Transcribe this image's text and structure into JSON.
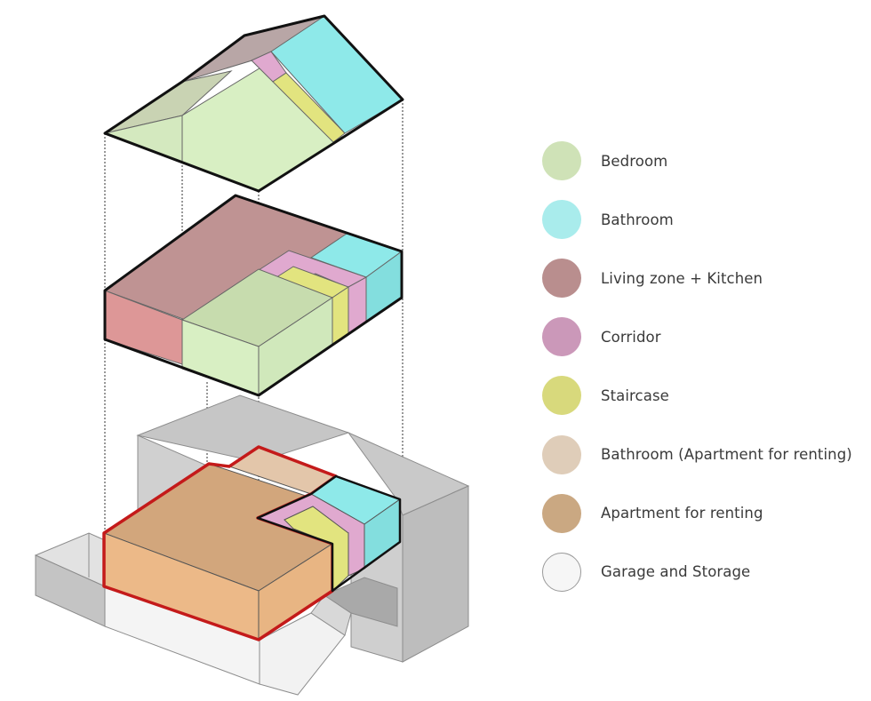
{
  "legend": {
    "items": [
      {
        "label": "Bedroom",
        "color": "#cfe2b7"
      },
      {
        "label": "Bathroom",
        "color": "#a9ecec"
      },
      {
        "label": "Living zone + Kitchen",
        "color": "#b98e8e"
      },
      {
        "label": "Corridor",
        "color": "#cb98b9"
      },
      {
        "label": "Staircase",
        "color": "#d8d97c"
      },
      {
        "label": "Bathroom (Apartment for renting)",
        "color": "#dfcdb9"
      },
      {
        "label": "Apartment for renting",
        "color": "#caa882"
      },
      {
        "label": "Garage and Storage",
        "color": "#f6f6f6"
      }
    ]
  },
  "colors": {
    "bedroom_top": "#c7dcae",
    "bedroom_side": "#d8efc3",
    "bathroom_top": "#8ee9e9",
    "bathroom_side": "#7fe4e4",
    "living_top": "#bf9393",
    "living_side": "#dd9797",
    "corridor": "#e0a9cf",
    "staircase": "#e2e47f",
    "rent_bathroom": "#e3c6aa",
    "rent_top": "#d2a67c",
    "rent_side": "#ecb988",
    "garage_top": "#c9c9c9",
    "garage_side": "#dcdcdc",
    "garage_light": "#f4f4f4",
    "outline": "#111111",
    "rent_outline": "#c41a1a"
  }
}
